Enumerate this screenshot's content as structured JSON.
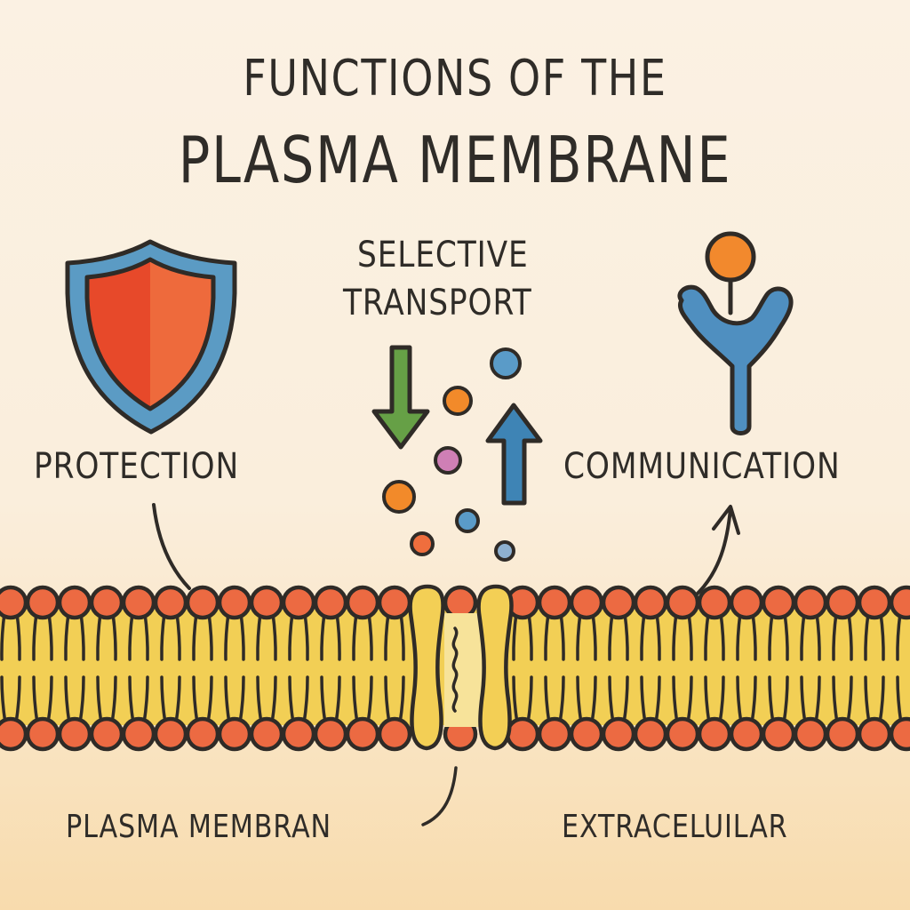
{
  "title": {
    "line1": "FUNCTIONS OF THE",
    "line2": "PLASMA MEMBRANE"
  },
  "functions": [
    {
      "id": "protection",
      "label": "PROTECTION",
      "icon": "shield-icon"
    },
    {
      "id": "transport",
      "label_line1": "SELECTIVE",
      "label_line2": "TRANSPORT",
      "icon": "transport-arrows-icon"
    },
    {
      "id": "communication",
      "label": "COMMUNICATION",
      "icon": "receptor-icon"
    }
  ],
  "bottom_labels": {
    "membrane": "PLASMA MEMBRAN",
    "extracellular": "EXTRACELUILAR"
  },
  "colors": {
    "background_top": "#fbf1e3",
    "background_bottom": "#f8dbad",
    "outline": "#2f2b27",
    "shield_blue": "#5b9bc4",
    "shield_red_left": "#e7492a",
    "shield_red_right": "#ee6a3c",
    "arrow_down_green": "#66a046",
    "arrow_up_blue": "#3e84b5",
    "particle_orange": "#f28a2a",
    "particle_blue": "#5a9bc8",
    "particle_pink": "#cf7fb5",
    "particle_red_orange": "#ef6e3d",
    "particle_light_blue": "#8eb0cf",
    "lipid_head": "#ec6a42",
    "lipid_core": "#f2cf55",
    "protein": "#f3cf55",
    "channel_inner": "#f7e39a",
    "receptor_blue": "#4f8fc0",
    "ligand_orange": "#f2892d"
  }
}
